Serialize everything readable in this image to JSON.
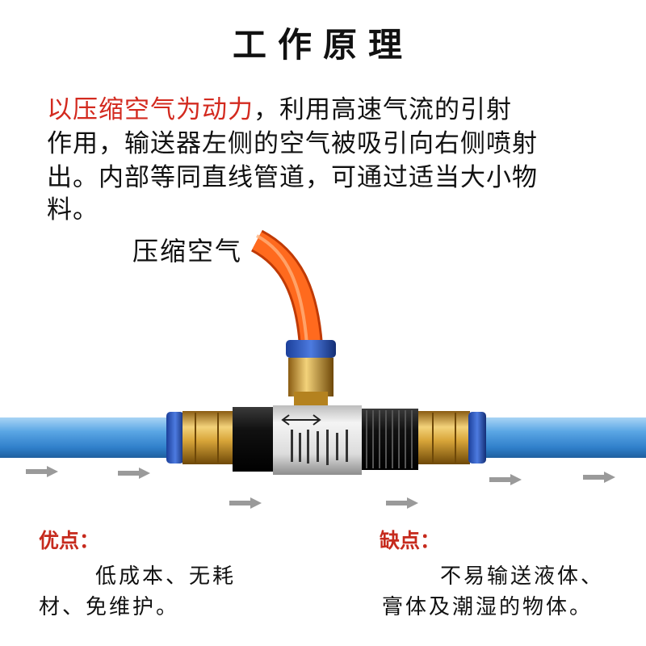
{
  "title": "工作原理",
  "intro": {
    "highlight": "以压缩空气为动力",
    "line1_rest": "，利用高速气流的引射",
    "line2": "作用，输送器左侧的空气被吸引向右侧喷射",
    "line3": "出。内部等同直线管道，可通过适当大小物",
    "line4": "料。"
  },
  "diagram": {
    "air_label": "压缩空气",
    "tube_color": "#4f9fdf",
    "air_tube_color": "#ff5a14",
    "fitting_color": "#d9a63a",
    "arrow_color": "#9a9a9a"
  },
  "pros": {
    "title": "优点：",
    "line1": "低成本、无耗",
    "line2": "材、免维护。"
  },
  "cons": {
    "title": "缺点：",
    "line1": "不易输送液体、",
    "line2": "膏体及潮湿的物体。"
  }
}
